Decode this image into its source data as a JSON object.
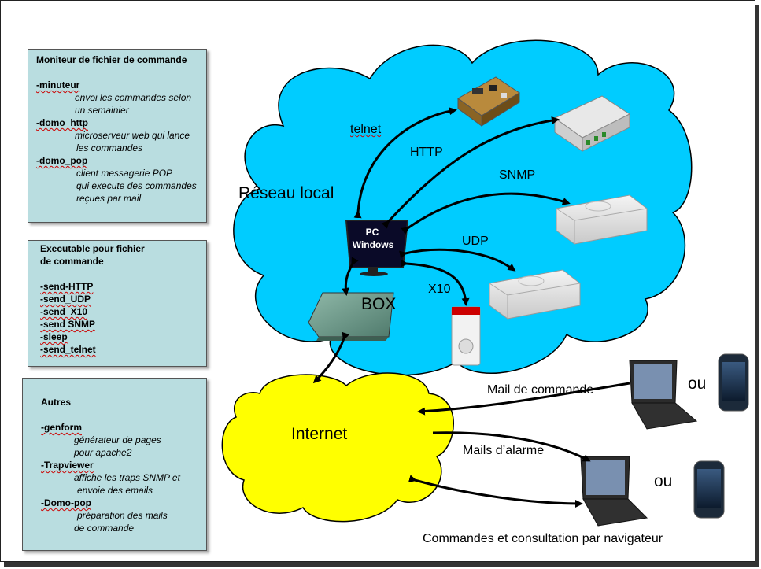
{
  "panels": {
    "moniteur": {
      "title": "Moniteur de fichier de commande",
      "minuteur": "-minuteur",
      "minuteur_d1": "envoi les commandes selon",
      "minuteur_d2": "un semainier",
      "domo_http": "-domo_http",
      "domo_http_d1": "microserveur web qui lance",
      "domo_http_d2": "les commandes",
      "domo_pop": "-domo_pop",
      "domo_pop_d1": "client messagerie POP",
      "domo_pop_d2": "qui execute des commandes",
      "domo_pop_d3": "reçues par mail"
    },
    "executable": {
      "title1": "Executable pour fichier",
      "title2": "de commande",
      "items": [
        "-send-HTTP",
        "-send_UDP",
        "-send_X10",
        "-send SNMP",
        "-sleep",
        "-send_telnet"
      ]
    },
    "autres": {
      "title": "Autres",
      "genform": "-genform",
      "genform_d1": "générateur de pages",
      "genform_d2": "pour apache2",
      "trapviewer": "-Trapviewer",
      "trapviewer_d1": "affiche les traps SNMP et",
      "trapviewer_d2": "envoie des emails",
      "domopop": "-Domo-pop",
      "domopop_d1": "préparation des mails",
      "domopop_d2": "de commande"
    }
  },
  "diagram": {
    "reseau_local": "Réseau local",
    "internet": "Internet",
    "box": "BOX",
    "pc_line1": "PC",
    "pc_line2": "Windows",
    "links": {
      "telnet": "telnet",
      "http": "HTTP",
      "snmp": "SNMP",
      "udp": "UDP",
      "x10": "X10"
    },
    "mail_commande": "Mail de commande",
    "mails_alarme": "Mails d’alarme",
    "navigateur": "Commandes et consultation par navigateur",
    "ou1": "ou",
    "ou2": "ou"
  },
  "colors": {
    "cloud_local": "#00ccff",
    "cloud_internet": "#ffff00",
    "panel_bg": "#b9dde0"
  }
}
